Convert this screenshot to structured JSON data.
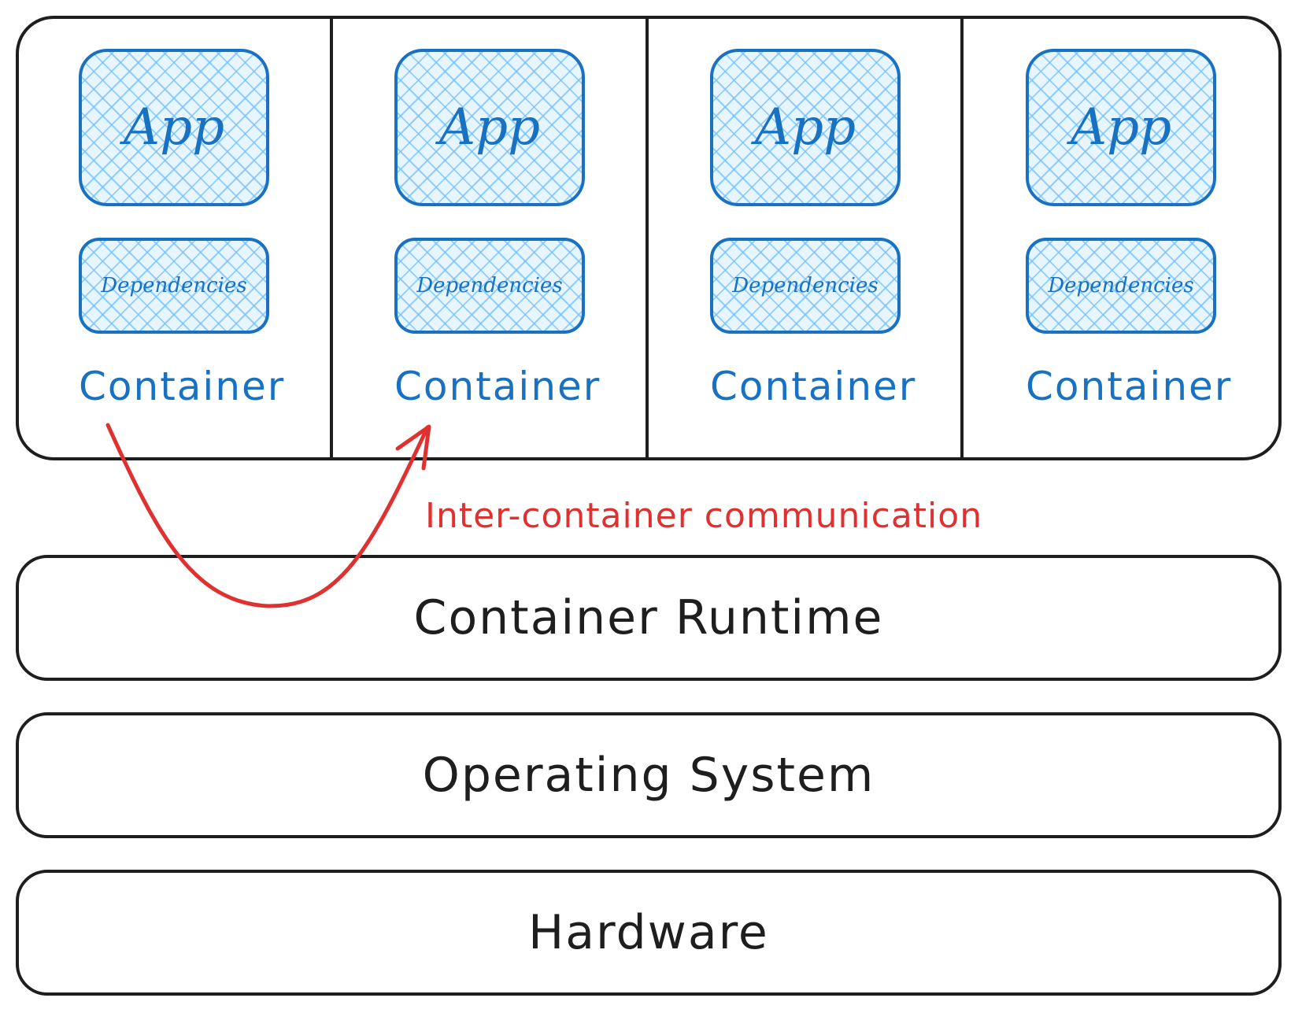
{
  "containers": [
    {
      "app": "App",
      "deps": "Dependencies",
      "label": "Container"
    },
    {
      "app": "App",
      "deps": "Dependencies",
      "label": "Container"
    },
    {
      "app": "App",
      "deps": "Dependencies",
      "label": "Container"
    },
    {
      "app": "App",
      "deps": "Dependencies",
      "label": "Container"
    }
  ],
  "communication": {
    "label": "Inter-container communication",
    "color": "#e03131"
  },
  "layers": {
    "runtime": "Container Runtime",
    "os": "Operating System",
    "hardware": "Hardware"
  },
  "colors": {
    "container_blue": "#1971c2",
    "hatch_blue": "#74c0fc",
    "stroke": "#1e1e1e"
  }
}
